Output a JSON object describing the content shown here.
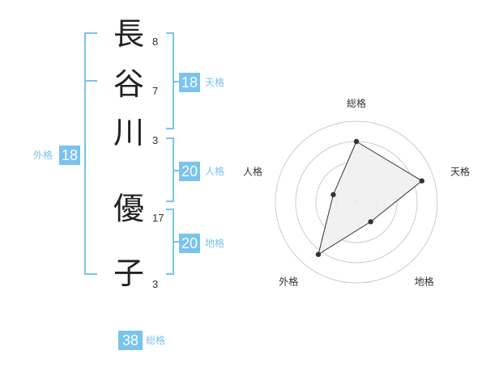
{
  "name": {
    "characters": [
      {
        "char": "長",
        "strokes": "8"
      },
      {
        "char": "谷",
        "strokes": "7"
      },
      {
        "char": "川",
        "strokes": "3"
      },
      {
        "char": "優",
        "strokes": "17"
      },
      {
        "char": "子",
        "strokes": "3"
      }
    ]
  },
  "fortune": {
    "tenkaku": {
      "value": "18",
      "label": "天格"
    },
    "jinkaku": {
      "value": "20",
      "label": "人格"
    },
    "chikaku": {
      "value": "20",
      "label": "地格"
    },
    "gaikaku": {
      "value": "18",
      "label": "外格"
    },
    "soukaku": {
      "value": "38",
      "label": "総格"
    }
  },
  "colors": {
    "accent": "#79c3ee",
    "radar_fill": "#f0f0f0",
    "radar_line": "#333333",
    "grid": "#cccccc"
  },
  "chart_data": {
    "type": "radar",
    "axes": [
      "総格",
      "天格",
      "地格",
      "外格",
      "人格"
    ],
    "values": [
      0.75,
      0.85,
      0.3,
      0.8,
      0.3
    ],
    "range": [
      0,
      1
    ],
    "rings": 4
  }
}
